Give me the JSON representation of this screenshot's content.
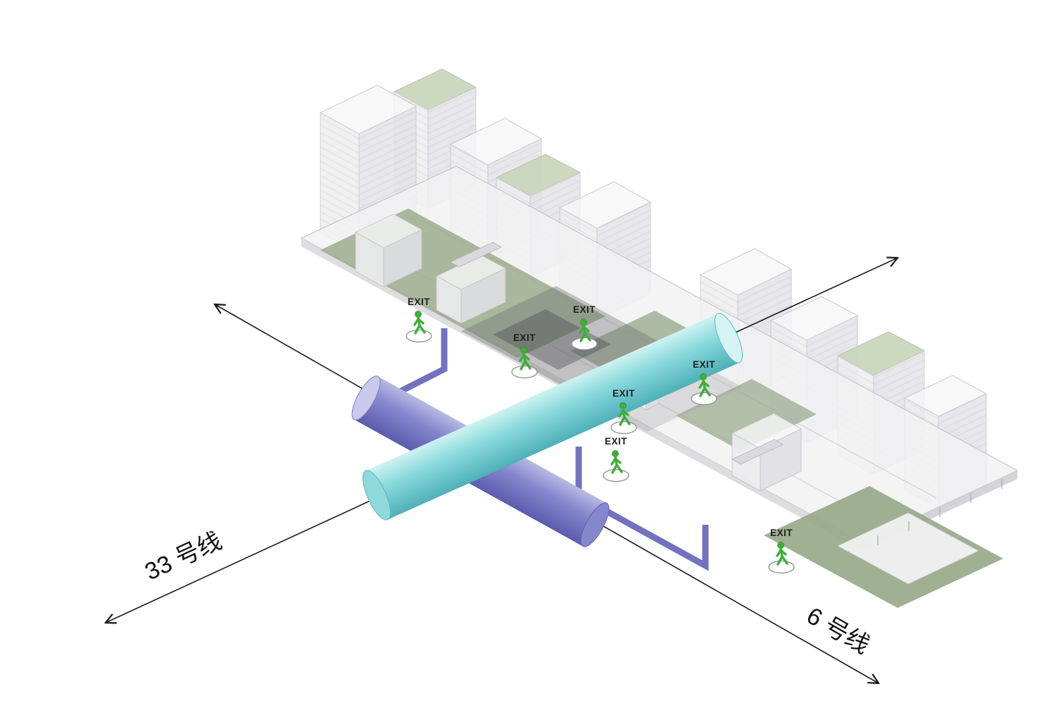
{
  "axes": {
    "line33": {
      "label": "33 号线"
    },
    "line6": {
      "label": "6 号线"
    }
  },
  "tunnels": {
    "line33": {
      "name": "metro-tunnel-line-33",
      "color": "#7fd4d8"
    },
    "line6": {
      "name": "metro-tunnel-line-6",
      "color": "#7b7dc6"
    }
  },
  "exits": [
    {
      "label": "EXIT"
    },
    {
      "label": "EXIT"
    },
    {
      "label": "EXIT"
    },
    {
      "label": "EXIT"
    },
    {
      "label": "EXIT"
    },
    {
      "label": "EXIT"
    },
    {
      "label": "EXIT"
    }
  ],
  "icons": {
    "pedestrian": "walking-person-icon",
    "axis_arrow": "double-headed-arrow-icon"
  },
  "palette": {
    "exit_green": "#3fae3b",
    "landscape_green": "#96a787",
    "connector_purple": "#6a6abe",
    "axis_black": "#1a1a1a",
    "building_ghost": "#f2f2f4"
  }
}
